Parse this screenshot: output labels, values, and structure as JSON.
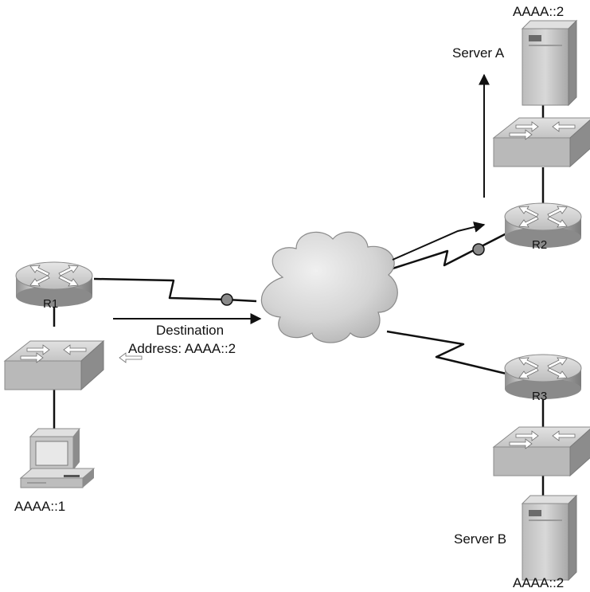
{
  "labels": {
    "server_a_addr": "AAAA::2",
    "server_a": "Server A",
    "server_b": "Server B",
    "server_b_addr": "AAAA::2",
    "pc_addr": "AAAA::1",
    "destination_line1": "Destination",
    "destination_line2": "Address: AAAA::2"
  },
  "routers": {
    "r1": "R1",
    "r2": "R2",
    "r3": "R3"
  },
  "icons": {
    "router": "router-icon",
    "switch": "switch-icon",
    "server": "server-icon",
    "pc": "pc-icon",
    "cloud": "cloud-icon"
  },
  "colors": {
    "line": "#111111",
    "device_light": "#d6d6d6",
    "device_dark": "#8e8e8e",
    "interface_dot": "#8a8a8a"
  }
}
